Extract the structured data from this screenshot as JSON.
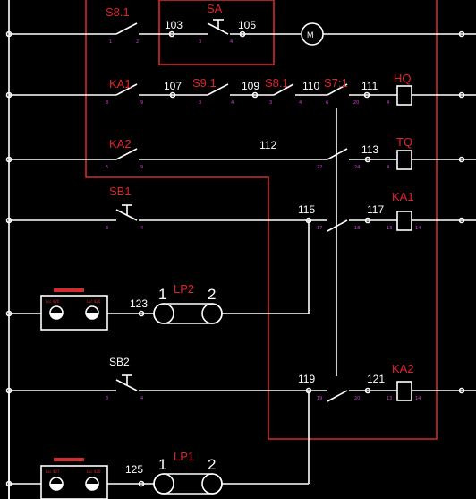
{
  "colors": {
    "background": "#000000",
    "wire": "#ffffff",
    "label": "#e0232b",
    "pin": "#d73fd7",
    "box": "#d22b2b"
  },
  "labels": {
    "s81_top": "S8.1",
    "sa": "SA",
    "ka1_c": "KA1",
    "s91": "S9.1",
    "s81": "S8.1",
    "s71": "S7:1",
    "hq": "HQ",
    "ka2_c": "KA2",
    "tq": "TQ",
    "sb1": "SB1",
    "ka1_coil": "KA1",
    "lp2": "LP2",
    "sb2": "SB2",
    "ka2_coil": "KA2",
    "lp1": "LP1",
    "motor": "M"
  },
  "wires": {
    "n103": "103",
    "n105": "105",
    "n107": "107",
    "n109": "109",
    "n110": "110",
    "n111": "111",
    "n112": "112",
    "n113": "113",
    "n115": "115",
    "n117": "117",
    "n123": "123",
    "n119": "119",
    "n121": "121",
    "n125": "125"
  },
  "lamp_pins": {
    "p1a": "1",
    "p2a": "2",
    "p1b": "1",
    "p2b": "2"
  },
  "pins": {
    "r1a": "1",
    "r1b": "2",
    "r1c": "3",
    "r1d": "4",
    "r2a": "8",
    "r2b": "9",
    "r2c": "3",
    "r2d": "4",
    "r2e": "3",
    "r2f": "4",
    "r2g": "6",
    "r2h": "20",
    "r2i": "4",
    "r3a": "5",
    "r3b": "9",
    "r3c": "22",
    "r3d": "24",
    "r3e": "4",
    "r4a": "3",
    "r4b": "4",
    "r4c": "17",
    "r4d": "18",
    "r4e": "13",
    "r4f": "14",
    "r6a": "3",
    "r6b": "4",
    "r6c": "19",
    "r6d": "20",
    "r6e": "13",
    "r6f": "14",
    "box1a": "Lsc 420",
    "box1b": "Lsc 420",
    "box2a": "Lsc 427",
    "box2b": "Lsc 420"
  }
}
